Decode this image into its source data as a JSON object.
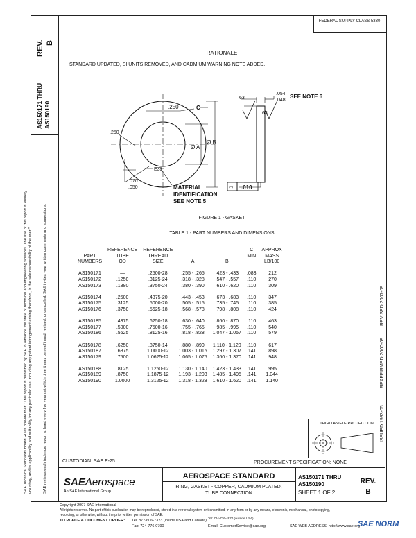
{
  "doc": {
    "fsc_box": "FEDERAL SUPPLY CLASS 5330",
    "rev_label": "REV.",
    "rev_value": "B",
    "side_doc_number": "AS150171 THRU AS150190",
    "rationale_title": "RATIONALE",
    "rationale_text": "STANDARD UPDATED, SI UNITS REMOVED, AND CADMIUM WARNING NOTE ADDED.",
    "figure_caption": "FIGURE 1 - GASKET",
    "table_title": "TABLE 1 - PART NUMBERS AND DIMENSIONS",
    "left_note_1": "SAE Technical Standards Board Rules provide that: \"This report is published by SAE to advance the state of technical and engineering sciences. The use of this report is entirely",
    "left_note_2": "voluntary, and its applicability and suitability for any particular use, including any patent infringement arising therefrom, is the sole responsibility of the user.\"",
    "left_note_3": "SAE reviews each technical report at least every five years at which time it may be reaffirmed, revised, or cancelled. SAE invites your written comments and suggestions.",
    "right_stamps": [
      "ISSUED 1993-05",
      "REAFFIRMED 2000-09",
      "REVISED 2007-09"
    ],
    "projection_label": "THIRD ANGLE PROJECTION"
  },
  "figure": {
    "dim_250_top": ".250",
    "dim_c": "C",
    "dim_250_left": ".250",
    "dim_diam_a": "Ø A",
    "dim_diam_b": "Ø B",
    "dim_e33": "E33",
    "dim_070": ".070",
    "dim_050": ".050",
    "material_note": [
      "MATERIAL",
      "IDENTIFICATION",
      "SEE NOTE 5"
    ],
    "dim_054": ".054",
    "dim_048": ".048",
    "see_note_6": "SEE NOTE 6",
    "finish_63a": "63",
    "finish_63b": "63",
    "flatness_symbol": "▱",
    "flatness_value": ".010"
  },
  "table": {
    "headers": [
      [
        "",
        "REFERENCE",
        "REFERENCE",
        "",
        "",
        "C",
        "APPROX"
      ],
      [
        "PART",
        "TUBE",
        "THREAD",
        "",
        "",
        "MIN",
        "MASS"
      ],
      [
        "NUMBERS",
        "OD",
        "SIZE",
        "A",
        "B",
        "",
        "LB/100"
      ]
    ],
    "groups": [
      [
        [
          "AS150171",
          "—",
          ".2500-28",
          ".255 - .265",
          ".423 - .433",
          ".083",
          ".212"
        ],
        [
          "AS150172",
          ".1250",
          ".3125-24",
          ".318 - .328",
          ".547 - .557",
          ".110",
          ".270"
        ],
        [
          "AS150173",
          ".1880",
          ".3750-24",
          ".380 - .390",
          ".610 - .620",
          ".110",
          ".309"
        ]
      ],
      [
        [
          "AS150174",
          ".2500",
          ".4375-20",
          ".443 - .453",
          ".673 - .683",
          ".110",
          ".347"
        ],
        [
          "AS150175",
          ".3125",
          ".5000-20",
          ".505 - .515",
          ".735 - .745",
          ".110",
          ".385"
        ],
        [
          "AS150176",
          ".3750",
          ".5625-18",
          ".568 - .578",
          ".798 - .808",
          ".110",
          ".424"
        ]
      ],
      [
        [
          "AS150185",
          ".4375",
          ".6250-18",
          ".630 - .640",
          ".860 - .870",
          ".110",
          ".463"
        ],
        [
          "AS150177",
          ".5000",
          ".7500-16",
          ".755 - .765",
          ".985 - .995",
          ".110",
          ".540"
        ],
        [
          "AS150186",
          ".5625",
          ".8125-16",
          ".818 - .828",
          "1.047 - 1.057",
          ".110",
          ".579"
        ]
      ],
      [
        [
          "AS150178",
          ".6250",
          ".8750-14",
          ".880 - .890",
          "1.110 - 1.120",
          ".110",
          ".617"
        ],
        [
          "AS150187",
          ".6875",
          "1.0000-12",
          "1.003 - 1.015",
          "1.297 - 1.307",
          ".141",
          ".898"
        ],
        [
          "AS150179",
          ".7500",
          "1.0625-12",
          "1.065 - 1.075",
          "1.360 - 1.370",
          ".141",
          ".948"
        ]
      ],
      [
        [
          "AS150188",
          ".8125",
          "1.1250-12",
          "1.130 - 1.140",
          "1.423 - 1.433",
          ".141",
          ".995"
        ],
        [
          "AS150189",
          ".8750",
          "1.1875-12",
          "1.193 - 1.203",
          "1.485 - 1.495",
          ".141",
          "1.044"
        ],
        [
          "AS150190",
          "1.0000",
          "1.3125-12",
          "1.318 - 1.328",
          "1.610 - 1.620",
          ".141",
          "1.140"
        ]
      ]
    ]
  },
  "titleblock": {
    "custodian": "CUSTODIAN: SAE E-25",
    "procurement": "PROCUREMENT SPECIFICATION: NONE",
    "logo_sae": "SAE",
    "logo_aerospace": "Aerospace",
    "logo_tagline": "An SAE International Group",
    "standard_title": "AEROSPACE STANDARD",
    "subtitle_1": "RING, GASKET - COPPER, CADMIUM PLATED,",
    "subtitle_2": "TUBE CONNECTION",
    "doc_number_1": "AS150171 THRU",
    "doc_number_2": "AS150190",
    "sheet": "SHEET 1 OF 2",
    "rev_label": "REV.",
    "rev_value": "B"
  },
  "footer": {
    "copyright": "Copyright 2007 SAE International",
    "rights_1": "All rights reserved. No part of this publication may be reproduced, stored in a retrieval system or transmitted, in any form or by any means, electronic, mechanical, photocopying,",
    "rights_2": "recording, or otherwise, without the prior written permission of SAE.",
    "order_label": "TO PLACE A DOCUMENT ORDER:",
    "tel": "Tel: 877-606-7323 (inside USA and Canada)",
    "tel2": "Tel: 724-776-4970 (outside USA)",
    "fax": "Fax: 724-776-0790",
    "email": "Email: CustomerService@sae.org",
    "web": "SAE WEB ADDRESS: http://www.sae.org",
    "watermark": "SAE NORM"
  }
}
